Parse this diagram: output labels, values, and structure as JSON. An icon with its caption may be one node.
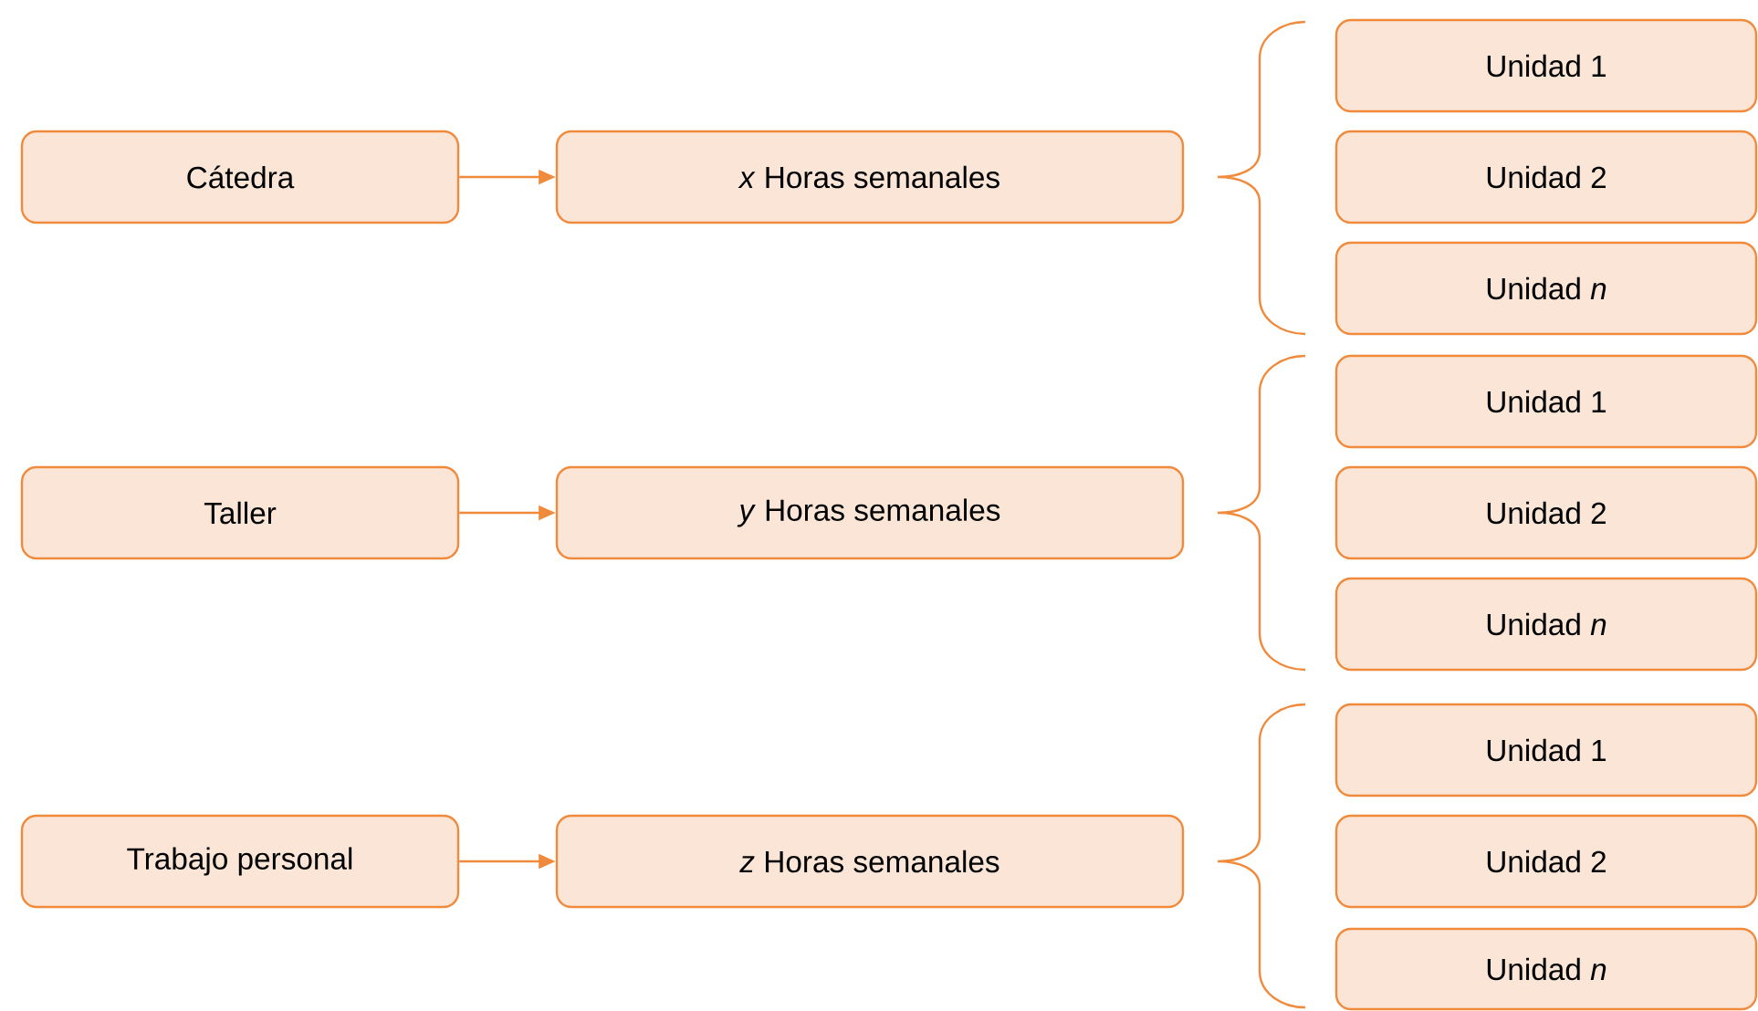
{
  "diagram": {
    "nodes": [
      {
        "text": [
          "Cátedra"
        ]
      },
      {
        "text": [
          "*x* Horas semanales"
        ]
      },
      {
        "text": [
          "Unidad 1"
        ]
      },
      {
        "text": [
          "Unidad 2"
        ]
      },
      {
        "text": [
          "Unidad *n*"
        ]
      },
      {
        "text": [
          "Taller"
        ]
      },
      {
        "text": [
          "*y* Horas semanales"
        ]
      },
      {
        "text": [
          "Unidad 1"
        ]
      },
      {
        "text": [
          "Unidad 2"
        ]
      },
      {
        "text": [
          "Unidad *n*"
        ]
      },
      {
        "text": [
          "Trabajo personal"
        ]
      },
      {
        "text": [
          "*z* Horas semanales"
        ]
      },
      {
        "text": [
          "Unidad 1"
        ]
      },
      {
        "text": [
          "Unidad 2"
        ]
      },
      {
        "text": [
          "Unidad *n*"
        ]
      }
    ],
    "edges": [
      {
        "from": 0,
        "to": 1,
        "arrow": "to"
      },
      {
        "from": 5,
        "to": 6,
        "arrow": "to"
      },
      {
        "from": 10,
        "to": 11,
        "arrow": "to"
      }
    ]
  }
}
